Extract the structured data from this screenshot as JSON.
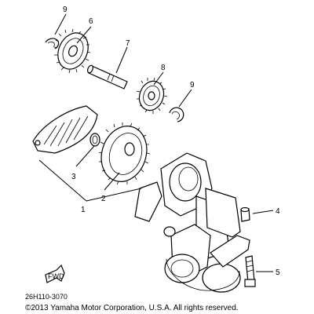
{
  "callouts": {
    "c1": "1",
    "c2": "2",
    "c3": "3",
    "c4": "4",
    "c5": "5",
    "c6": "6",
    "c7": "7",
    "c8": "8",
    "c9a": "9",
    "c9b": "9"
  },
  "fwd_label": "FWD",
  "drawing_code": "26H110-3070",
  "copyright": "©2013 Yamaha Motor Corporation, U.S.A. All rights reserved."
}
